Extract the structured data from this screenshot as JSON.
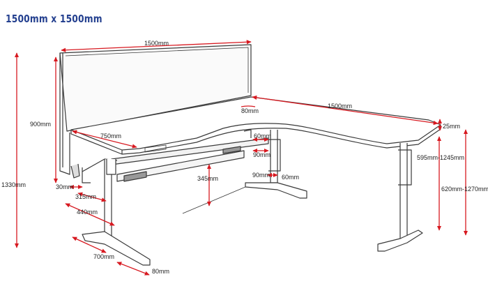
{
  "title": "1500mm x 1500mm",
  "colors": {
    "title": "#24408f",
    "dimension": "#d71920",
    "outline": "#3a3a3a"
  },
  "dimensions": {
    "screen_width": "1500mm",
    "return_width": "1500mm",
    "total_height": "1330mm",
    "screen_height": "900mm",
    "depth_main": "750mm",
    "corner_radius": "80mm",
    "top_thickness": "25mm",
    "frame_60": "60mm",
    "frame_90": "90mm",
    "foot_90": "90mm",
    "foot_60": "60mm",
    "under_clearance": "345mm",
    "height_range_top": "595mm-1245mm",
    "height_range_frame": "620mm-1270mm",
    "panel_30": "30mm",
    "panel_315": "315mm",
    "depth_440": "440mm",
    "foot_length": "700mm",
    "foot_width": "80mm"
  }
}
